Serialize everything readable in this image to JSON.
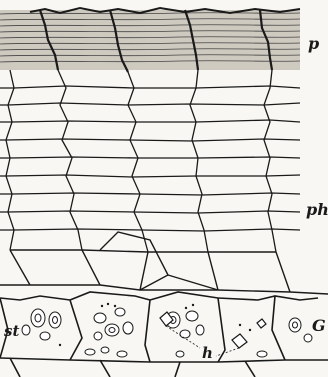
{
  "figure": {
    "labels": {
      "p": "p",
      "ph": "ph",
      "st": "st",
      "h": "h",
      "G": "G"
    },
    "colors": {
      "ink": "#1a1a1a",
      "paper": "#f8f7f3",
      "cork_tone": "#cfcac0"
    }
  }
}
